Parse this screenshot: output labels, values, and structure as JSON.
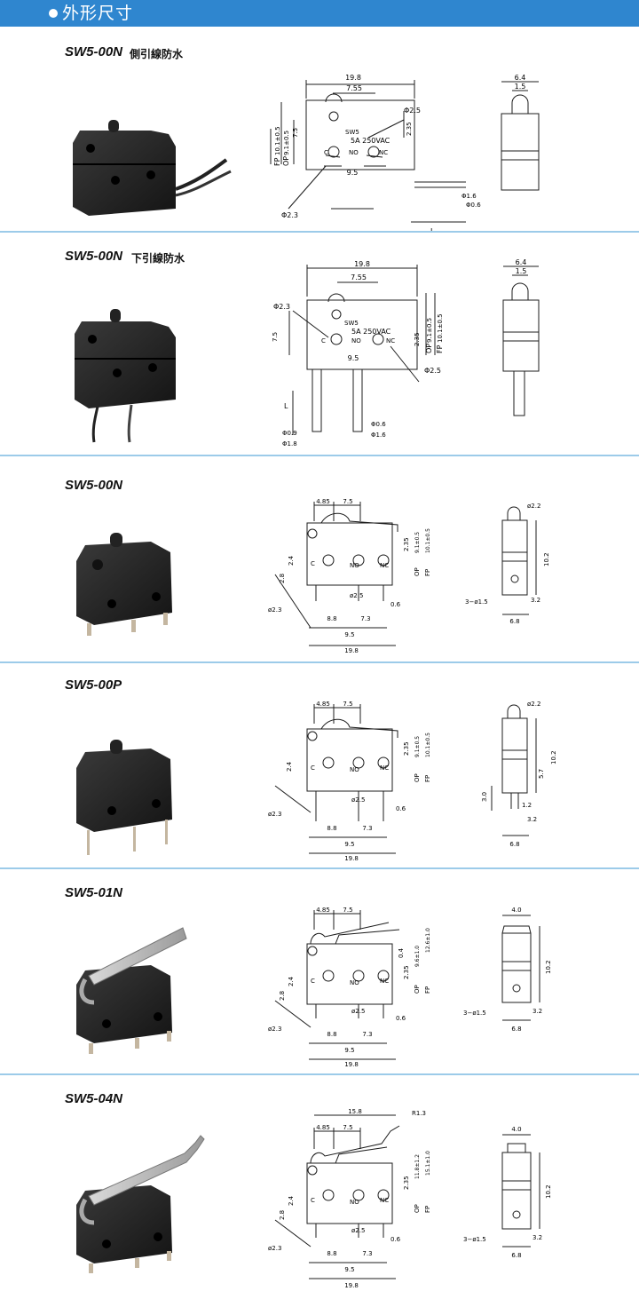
{
  "header": {
    "title": "外形尺寸"
  },
  "sections": [
    {
      "model": "SW5-00N",
      "subtitle": "側引線防水"
    },
    {
      "model": "SW5-00N",
      "subtitle": "下引線防水"
    },
    {
      "model": "SW5-00N",
      "subtitle": ""
    },
    {
      "model": "SW5-00P",
      "subtitle": ""
    },
    {
      "model": "SW5-01N",
      "subtitle": ""
    },
    {
      "model": "SW5-04N",
      "subtitle": ""
    }
  ],
  "dims": {
    "w198": "19.8",
    "w755": "7.55",
    "w64": "6.4",
    "w15": "1.5",
    "d25": "Φ2.5",
    "d23": "Φ2.3",
    "d16": "Φ1.6",
    "d06": "Φ0.6",
    "d09": "Φ0.9",
    "d18": "Φ1.8",
    "h235": "2.35",
    "h75": "7.5",
    "h95": "9.5",
    "fp101": "10.1±0.5",
    "op91": "9.1±0.5",
    "fp": "FP",
    "op": "OP",
    "L": "L",
    "label_sw5": "SW5",
    "label_rating": "5A 250VAC",
    "c": "C",
    "no": "NO",
    "nc": "NC",
    "w485": "4.85",
    "w88": "8.8",
    "w73": "7.3",
    "w06": "0.6",
    "w68": "6.8",
    "w32": "3.2",
    "d22": "ø2.2",
    "d25b": "ø2.5",
    "d23b": "ø2.3",
    "d15": "3−ø1.5",
    "h24": "2.4",
    "h28": "2.8",
    "h102": "10.2",
    "h30": "3.0",
    "h57": "5.7",
    "h12": "1.2",
    "fp101b": "10.1±0.5",
    "op91b": "9.1±0.5",
    "w40": "4.0",
    "h04": "0.4",
    "op96": "9.6±1.0",
    "fp126": "12.6±1.0",
    "w158": "15.8",
    "r13": "R1.3",
    "op118": "11.8±1.2",
    "fp151": "15.1±1.0"
  },
  "colors": {
    "header_bg": "#2f86cf",
    "divider": "#9ccbe9",
    "body": "#1c1c1c"
  }
}
